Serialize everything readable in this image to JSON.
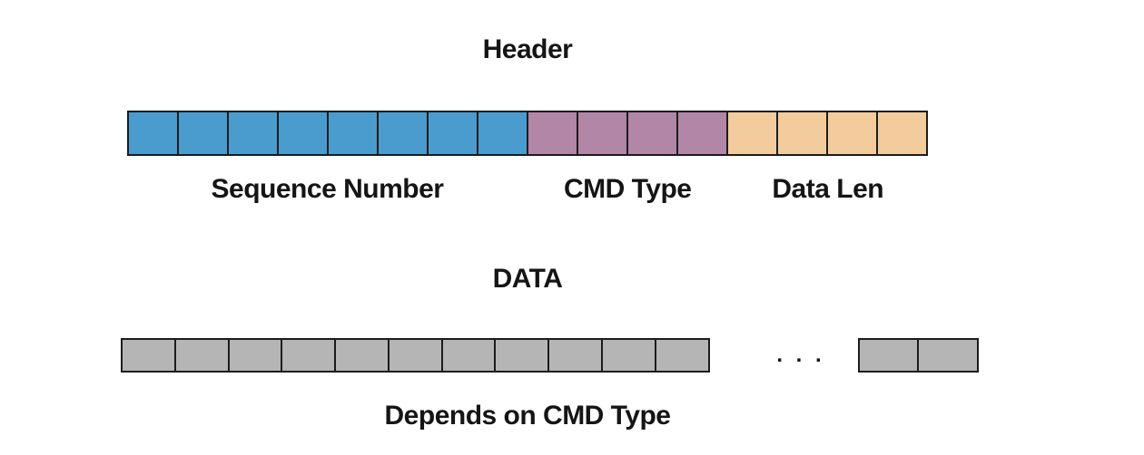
{
  "diagram": {
    "kind": "packet-structure",
    "border_color": "#1c1c1c",
    "text_color": "#151515",
    "background": "#ffffff"
  },
  "header_section": {
    "title": "Header",
    "total_cells": 16,
    "fields": [
      {
        "name": "Sequence Number",
        "cells": 8,
        "color": "#4a9bce"
      },
      {
        "name": "CMD Type",
        "cells": 4,
        "color": "#b286a7"
      },
      {
        "name": "Data Len",
        "cells": 4,
        "color": "#f3cc9e"
      }
    ]
  },
  "data_section": {
    "title": "DATA",
    "caption": "Depends on CMD Type",
    "main_cells": 11,
    "tail_cells": 2,
    "ellipsis": ". . .",
    "cell_color": "#b5b5b5"
  }
}
